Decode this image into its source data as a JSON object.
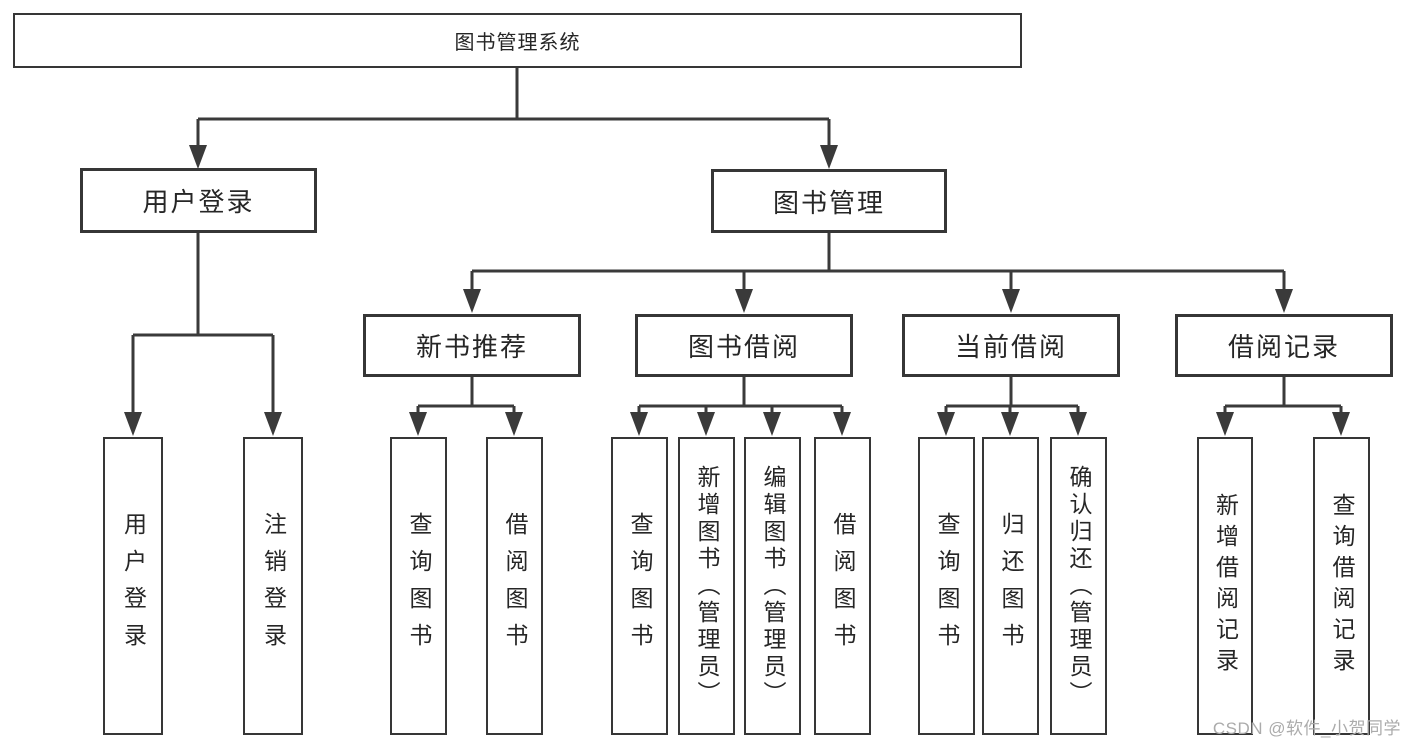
{
  "tree": {
    "label": "图书管理系统",
    "children": [
      {
        "label": "用户登录",
        "children": [
          {
            "label": "用户登录"
          },
          {
            "label": "注销登录"
          }
        ]
      },
      {
        "label": "图书管理",
        "children": [
          {
            "label": "新书推荐",
            "children": [
              {
                "label": "查询图书"
              },
              {
                "label": "借阅图书"
              }
            ]
          },
          {
            "label": "图书借阅",
            "children": [
              {
                "label": "查询图书"
              },
              {
                "label": "新增图书（管理员）"
              },
              {
                "label": "编辑图书（管理员）"
              },
              {
                "label": "借阅图书"
              }
            ]
          },
          {
            "label": "当前借阅",
            "children": [
              {
                "label": "查询图书"
              },
              {
                "label": "归还图书"
              },
              {
                "label": "确认归还（管理员）"
              }
            ]
          },
          {
            "label": "借阅记录",
            "children": [
              {
                "label": "新增借阅记录"
              },
              {
                "label": "查询借阅记录"
              }
            ]
          }
        ]
      }
    ]
  },
  "watermark": {
    "text": "CSDN @软件_小贺同学"
  },
  "colors": {
    "background": "#ffffff",
    "line": "#3a3a3a",
    "box_border": "#363636",
    "text": "#262626",
    "watermark": "#ababab"
  }
}
